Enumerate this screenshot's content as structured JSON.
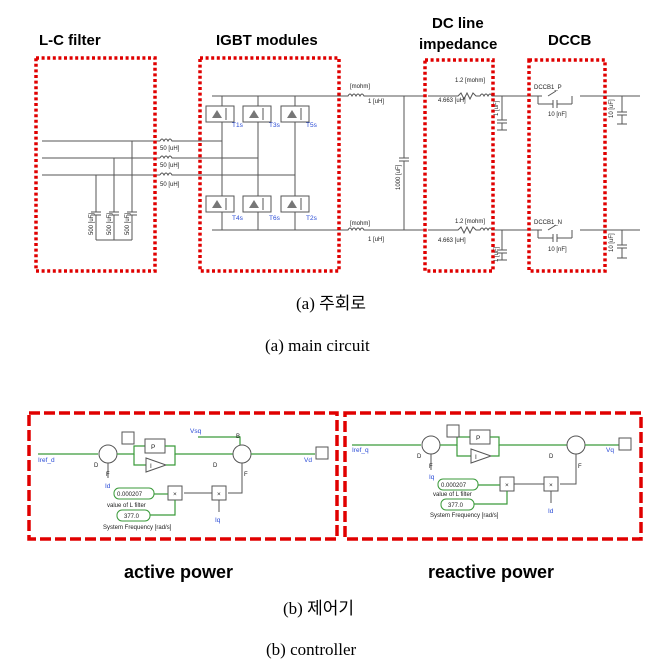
{
  "main_circuit": {
    "headers": {
      "lc_filter": "L-C filter",
      "igbt": "IGBT modules",
      "dc_line_1": "DC line",
      "dc_line_2": "impedance",
      "dccb": "DCCB"
    },
    "labels": {
      "mohm": "[mohm]",
      "uh": "1 [uH]",
      "ph_l": "50 [uH]",
      "cap_ac": "500 [uF]",
      "cap_dc": "1000 [uF]",
      "line_r": "1.2 [mohm]",
      "line_l": "4.663 [uH]",
      "c_10uf": "10 [uF]",
      "c_1uf": "1 [uF]",
      "c_10nf": "10 [nF]",
      "dccb_p": "DCCB1_P",
      "dccb_n": "DCCB1_N",
      "t1": "T1s",
      "t3": "T3s",
      "t5": "T5s",
      "t4": "T4s",
      "t6": "T6s",
      "t2": "T2s"
    },
    "caption_ko": "(a) 주회로",
    "caption_en": "(a) main circuit"
  },
  "controller": {
    "active": {
      "input": "Iref_d",
      "feedback": "Id",
      "vs": "Vsq",
      "out": "Vd",
      "iq": "Iq",
      "const": "0.000207",
      "const_label": "value of L filter",
      "freq": "377.0",
      "freq_label": "System Frequency [rad/s]",
      "p": "P",
      "i": "I",
      "d": "D",
      "f": "F",
      "b": "B",
      "title": "active power"
    },
    "reactive": {
      "input": "Iref_q",
      "feedback": "Iq",
      "out": "Vq",
      "id": "Id",
      "const": "0.000207",
      "const_label": "value of L filter",
      "freq": "377.0",
      "freq_label": "System Frequency [rad/s]",
      "p": "P",
      "i": "I",
      "d": "D",
      "f": "F",
      "title": "reactive power"
    },
    "caption_ko": "(b) 제어기",
    "caption_en": "(b) controller"
  },
  "colors": {
    "box_red": "#e00000",
    "wire_green": "#3a9a3a",
    "label_blue": "#2a4bd6"
  }
}
